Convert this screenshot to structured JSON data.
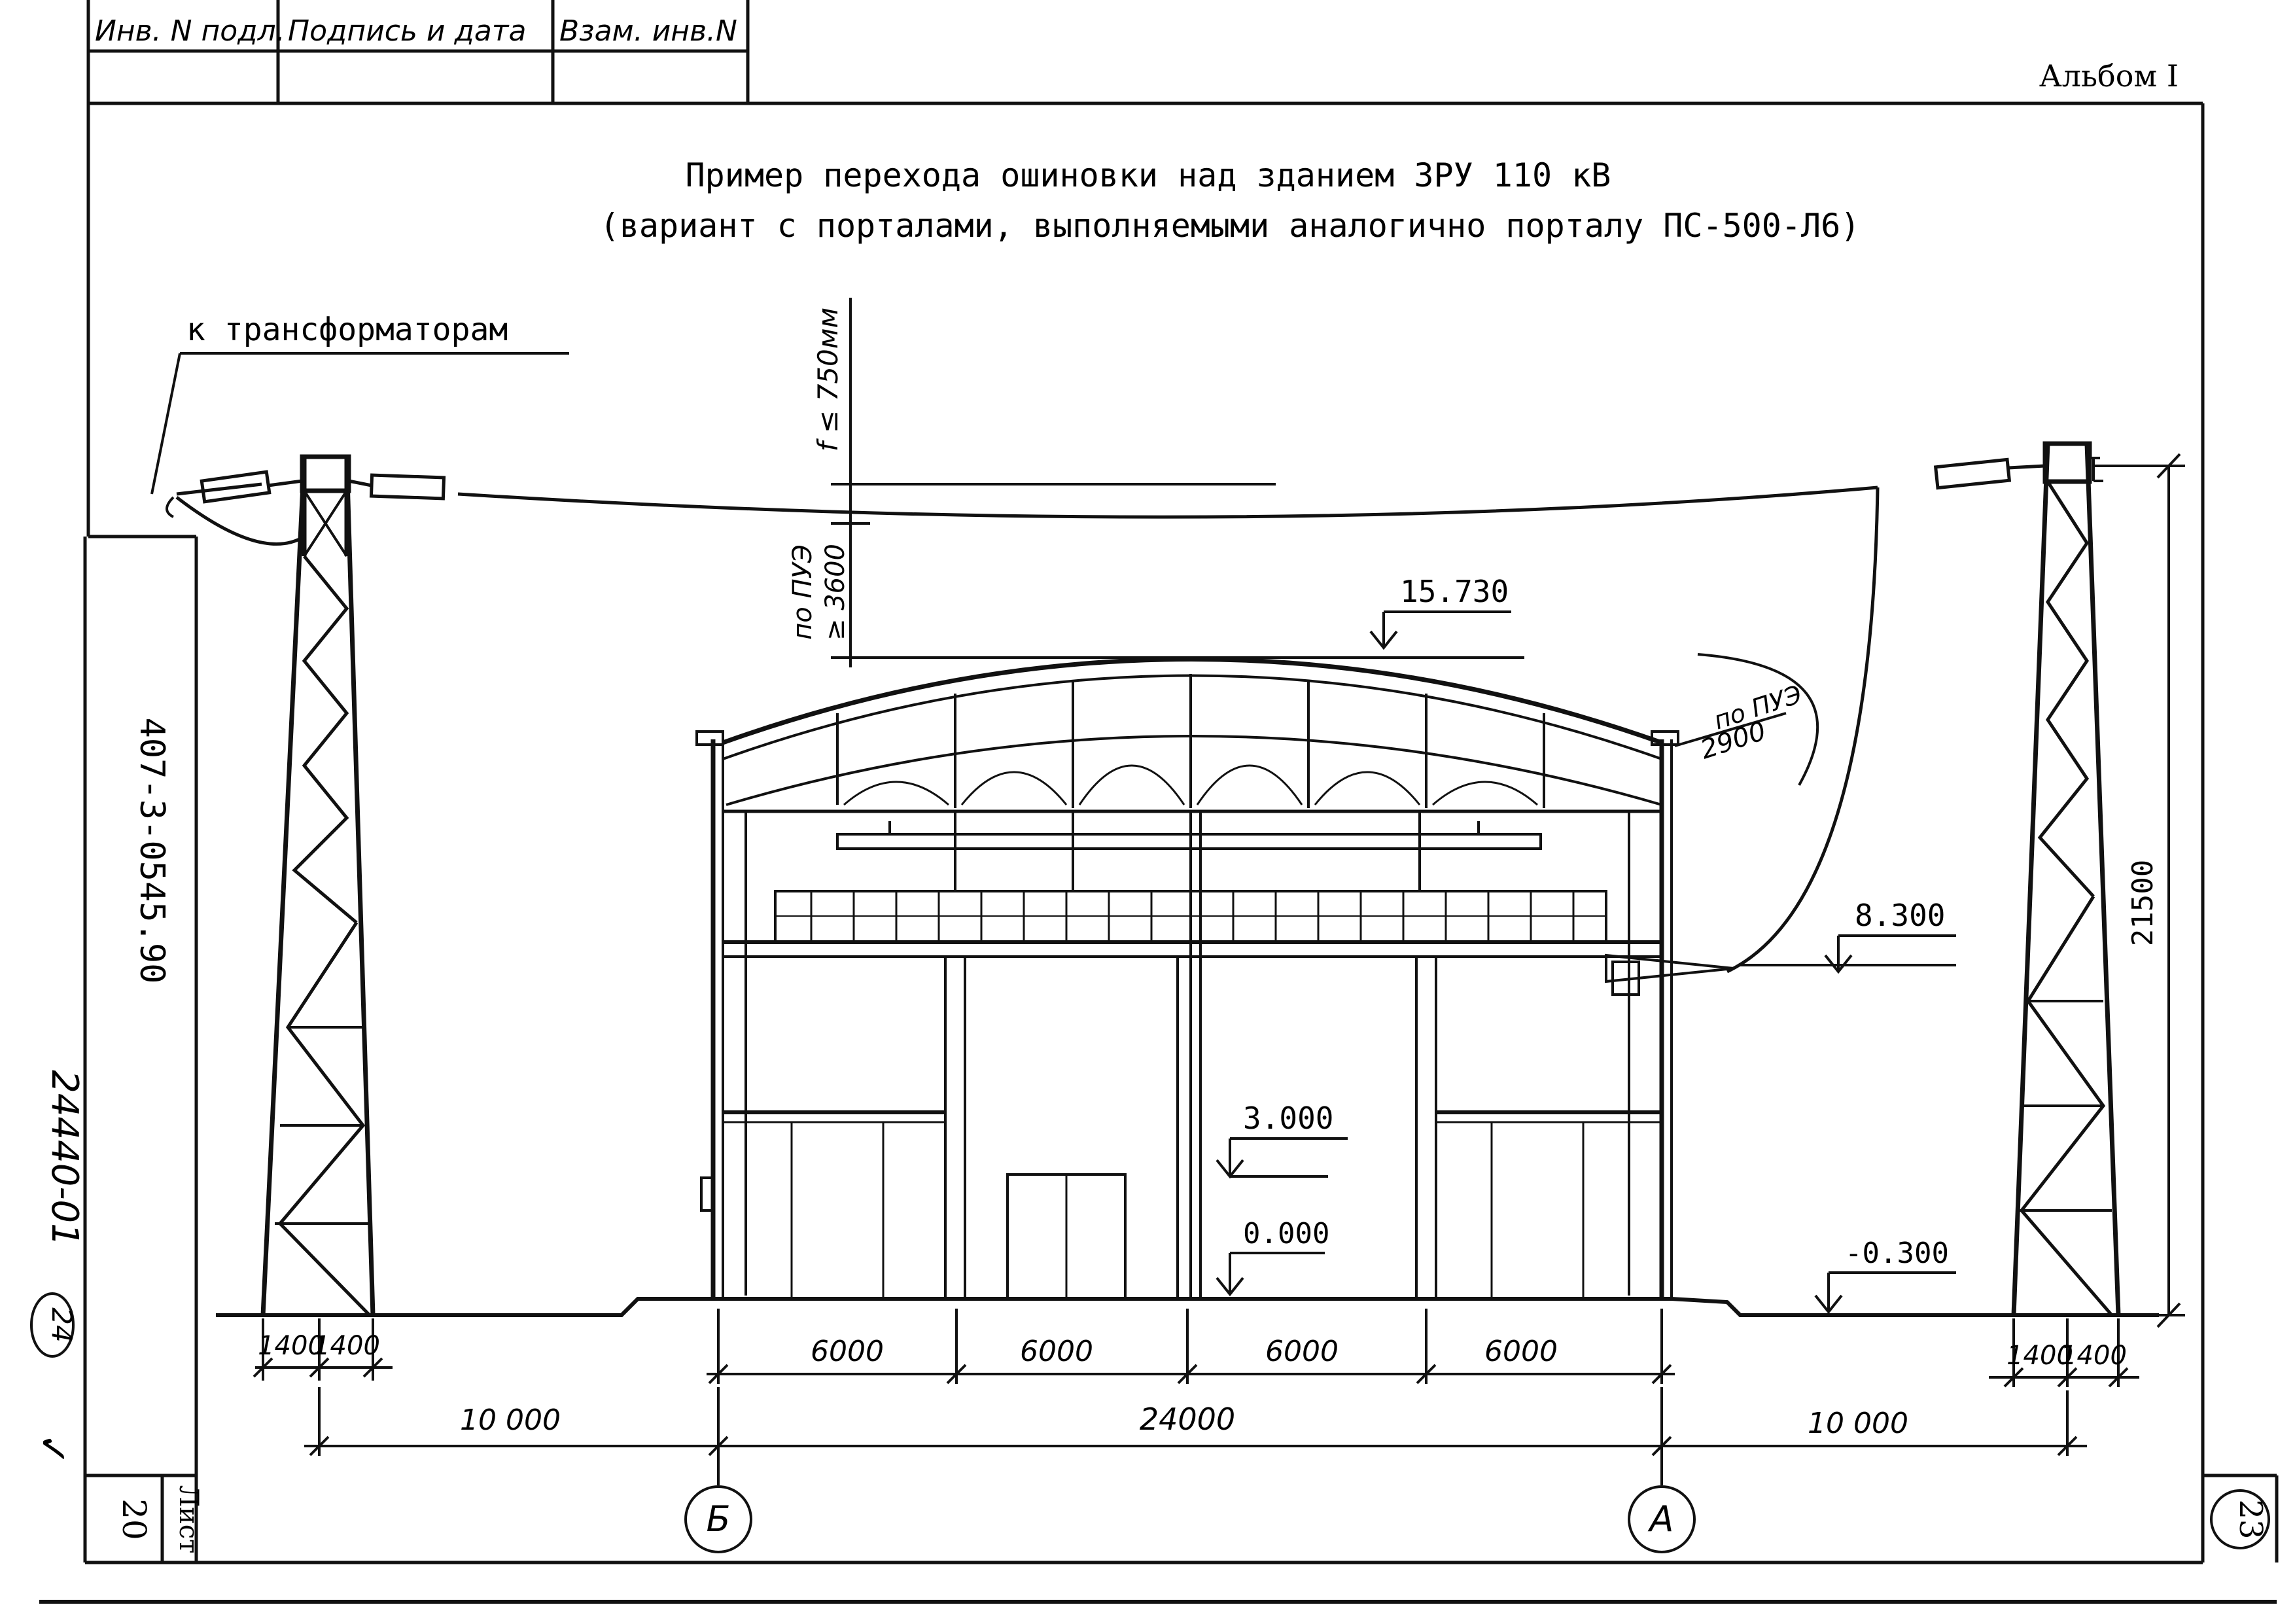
{
  "stamp": {
    "cell_1": "Инв. N подл.",
    "cell_2": "Подпись и дата",
    "cell_3": "Взам. инв.N"
  },
  "album": "Альбом I",
  "title": {
    "line_1": "Пример перехода ошиновки над зданием ЗРУ 110 кВ",
    "line_2": "(вариант с порталами, выполняемыми аналогично порталу ПС-500-Л6)"
  },
  "labels": {
    "to_transformers": "к трансформаторам",
    "sag": "f ≤ 750мм",
    "clearance_pue": "по ПУЭ",
    "clearance_value": "≥ 3600",
    "side_pue": "по ПУЭ",
    "side_value": "2900"
  },
  "elevations": {
    "roof": "15.730",
    "mid": "8.300",
    "floor_1": "3.000",
    "zero": "0.000",
    "ground": "-0.300"
  },
  "dimensions": {
    "portal_height": "21500",
    "left_base_a": "1400",
    "left_base_b": "1400",
    "right_base_a": "1400",
    "right_base_b": "1400",
    "bay_1": "6000",
    "bay_2": "6000",
    "bay_3": "6000",
    "bay_4": "6000",
    "left_span": "10 000",
    "total": "24000",
    "right_span": "10 000"
  },
  "axes": {
    "left": "Б",
    "right": "А"
  },
  "margin": {
    "doc_code": "407-3-0545.90",
    "sheet_label": "Лист",
    "sheet_no": "20",
    "inventory": "24440-01",
    "circled": "24",
    "tick": "✓"
  },
  "page_number": "23"
}
